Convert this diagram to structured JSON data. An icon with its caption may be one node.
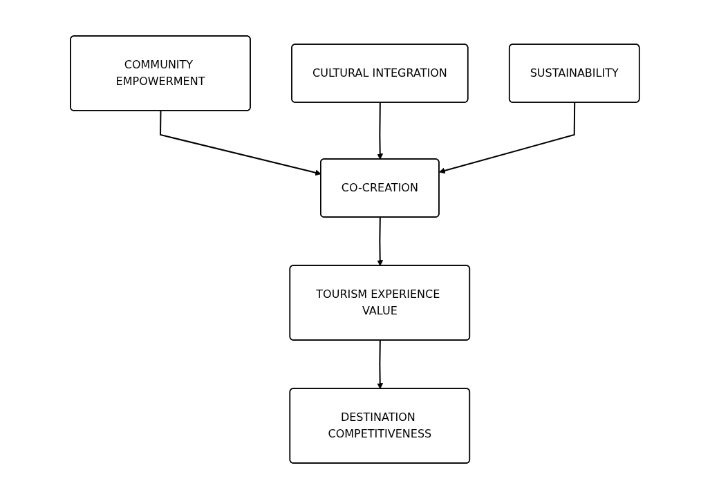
{
  "diagram": {
    "nodes": [
      {
        "text": [
          "COMMUNITY EMPOWERMENT"
        ]
      },
      {
        "text": [
          "CULTURAL INTEGRATION"
        ]
      },
      {
        "text": [
          "CO-CREATION"
        ]
      },
      {
        "text": [
          "SUSTAINABILITY"
        ]
      },
      {
        "text": [
          "TOURISM EXPERIENCE VALUE"
        ]
      },
      {
        "text": [
          "DESTINATION COMPETITIVENESS"
        ]
      }
    ],
    "edges": [
      {
        "from": 0,
        "to": 2,
        "arrow": "to"
      },
      {
        "from": 1,
        "to": 2,
        "arrow": "to"
      },
      {
        "from": 3,
        "to": 2,
        "arrow": "to"
      },
      {
        "from": 2,
        "to": 4,
        "arrow": "to"
      },
      {
        "from": 4,
        "to": 5,
        "arrow": "to"
      }
    ]
  }
}
